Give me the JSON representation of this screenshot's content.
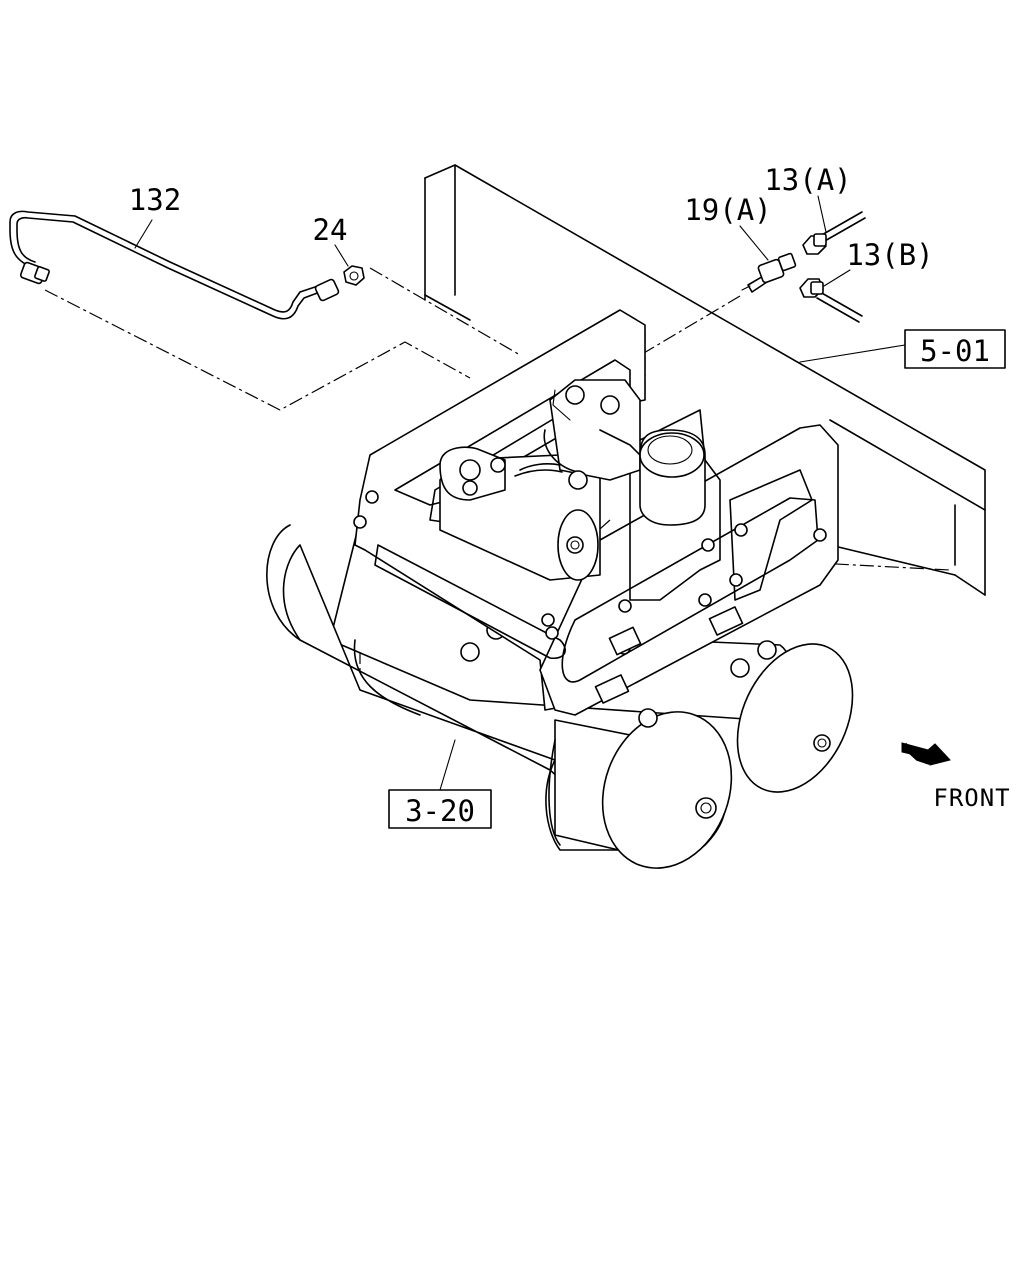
{
  "callouts": {
    "pipe": "132",
    "nut": "24",
    "tee": "19(A)",
    "hose_a": "13(A)",
    "hose_b": "13(B)"
  },
  "refs": {
    "frame": "5-01",
    "tank": "3-20"
  },
  "direction_label": "FRONT"
}
